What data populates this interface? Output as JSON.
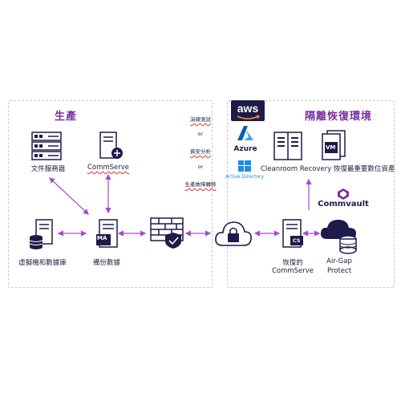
{
  "production": {
    "title": "生產",
    "file_servers": "文件服務器",
    "commserve": "CommServe",
    "vm_db": "虛擬機和數據庫",
    "backup_data": "備份數據",
    "ma_badge": "MA"
  },
  "middle": {
    "opt1": "演練測試",
    "or1": "or",
    "opt2": "資安分析",
    "or2": "or",
    "opt3": "生產故障轉移"
  },
  "isolated": {
    "title": "隔離恢復環境",
    "aws": "aws",
    "azure": "Azure",
    "active_directory": "Active Directory",
    "cleanroom": "Cleanroom Recovery 恢復最重要數位資產",
    "vm_badge": "VM",
    "commvault": "Commvault",
    "restored_line1": "恢復的",
    "restored_line2": "CommServe",
    "cs_badge": "CS",
    "airgap_line1": "Air-Gap",
    "airgap_line2": "Protect"
  },
  "colors": {
    "accent": "#7a2fa0",
    "navy": "#1e1b4b",
    "arrow": "#a64ac9"
  }
}
